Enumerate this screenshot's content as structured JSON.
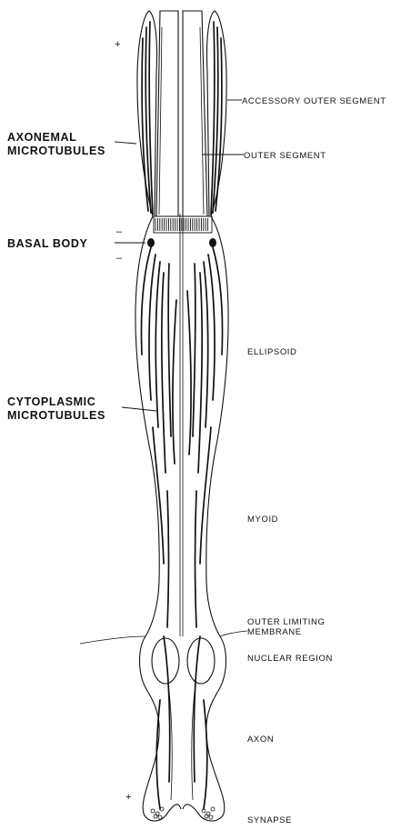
{
  "labels": {
    "axonemal_1": "AXONEMAL",
    "axonemal_2": "MICROTUBULES",
    "basal_body": "BASAL BODY",
    "cytoplasmic_1": "CYTOPLASMIC",
    "cytoplasmic_2": "MICROTUBULES",
    "accessory_outer_segment": "ACCESSORY OUTER SEGMENT",
    "outer_segment": "OUTER SEGMENT",
    "ellipsoid": "ELLIPSOID",
    "myoid": "MYOID",
    "outer_limiting_1": "OUTER LIMITING",
    "outer_limiting_2": "MEMBRANE",
    "nuclear_region": "NUCLEAR REGION",
    "axon": "AXON",
    "synapse": "SYNAPSE"
  },
  "polarity_marks": {
    "top_plus": "+",
    "basal_minus_1": "–",
    "basal_minus_2": "–",
    "bottom_plus": "+"
  },
  "colors": {
    "ink": "#111111",
    "background": "#ffffff"
  }
}
